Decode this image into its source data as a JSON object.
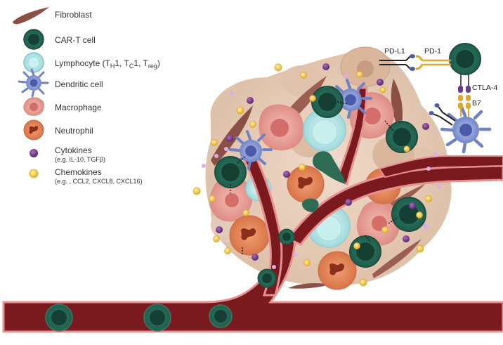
{
  "legend": {
    "fibroblast": "Fibroblast",
    "cart": "CAR-T cell",
    "lymph_main": "Lymphocyte (T",
    "lymph_h": "H",
    "lymph_1a": "1, T",
    "lymph_c": "C",
    "lymph_1b": "1, T",
    "lymph_reg": "reg",
    "lymph_close": ")",
    "dendritic": "Dendritic cell",
    "macrophage": "Macrophage",
    "neutrophil": "Neutrophil",
    "cytokines": "Cytokines",
    "cytokines_sub": "(e.g. IL-10, TGFβ)",
    "chemokines": "Chemokines",
    "chemokines_sub": "(e.g. , CCL2, CXCL8, CXCL16)"
  },
  "labels": {
    "pdl1": "PD-L1",
    "pd1": "PD-1",
    "ctla4": "CTLA-4",
    "b7": "B7"
  },
  "colors": {
    "cart_outer": "#2a6b5a",
    "cart_inner": "#174a3a",
    "vessel": "#7a1a1f",
    "vessel_edge": "#e08a8a",
    "macrophage": "#e8a49a",
    "neutrophil": "#e0875a",
    "lymphocyte": "#bfe8ea",
    "dendritic": "#7a8fcf",
    "cytokine": "#7a3a8a",
    "chemokine": "#f2c84a",
    "fibroblast": "#8a5046",
    "tumor": "#e6cbb8"
  }
}
